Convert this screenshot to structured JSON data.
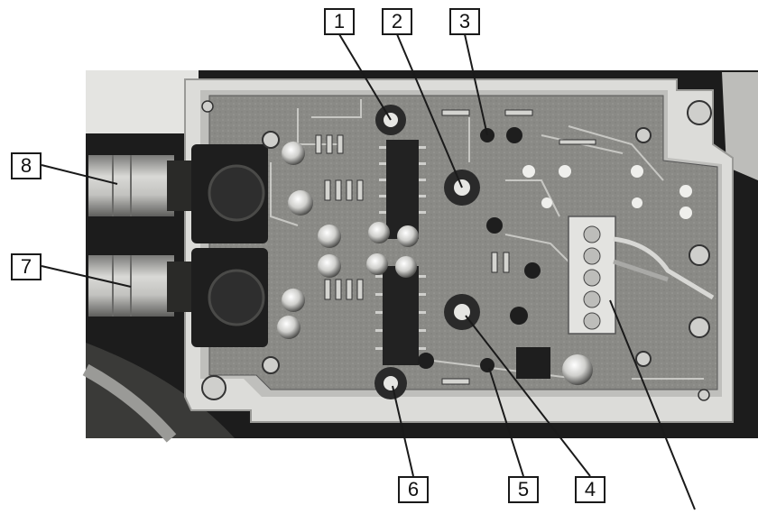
{
  "figure": {
    "callouts": [
      {
        "id": "c1",
        "label": "1"
      },
      {
        "id": "c2",
        "label": "2"
      },
      {
        "id": "c3",
        "label": "3"
      },
      {
        "id": "c4",
        "label": "4"
      },
      {
        "id": "c5",
        "label": "5"
      },
      {
        "id": "c6",
        "label": "6"
      },
      {
        "id": "c7",
        "label": "7"
      },
      {
        "id": "c8",
        "label": "8"
      }
    ]
  },
  "colors": {
    "background": "#ffffff",
    "photo_dark": "#1c1c1c",
    "enclosure": "#d9d9d6",
    "pcb": "#8f8f8a",
    "chip": "#222222",
    "callout_border": "#1a1a1a"
  }
}
